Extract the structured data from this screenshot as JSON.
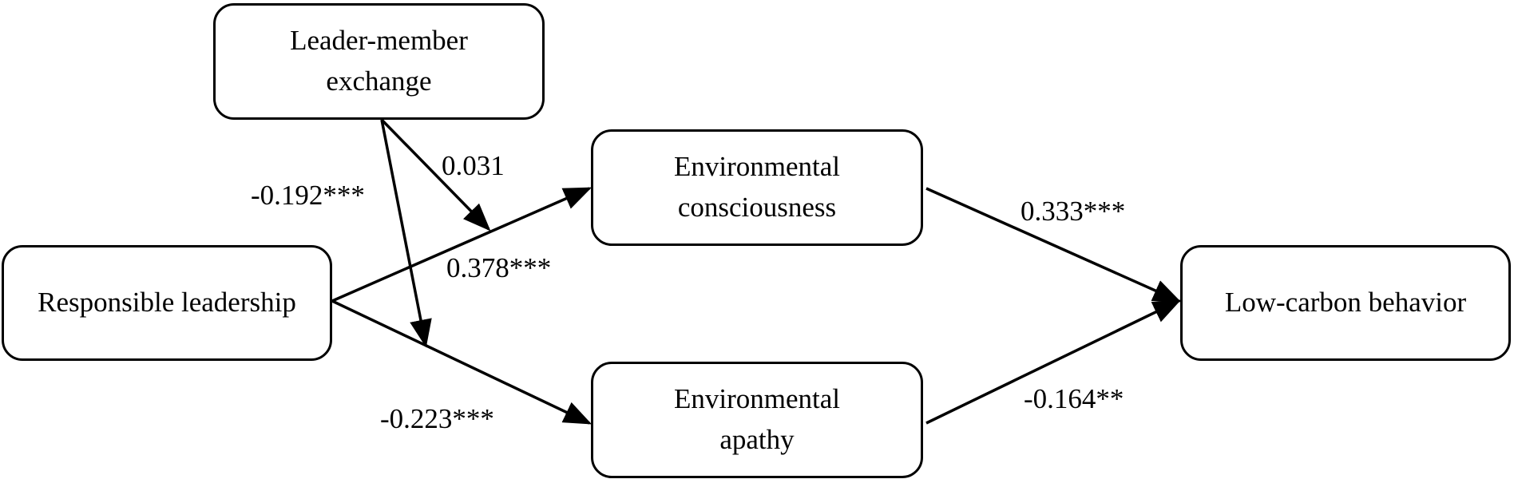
{
  "nodes": {
    "lmx": {
      "line1": "Leader-member",
      "line2": "exchange"
    },
    "responsible_leadership": {
      "label": "Responsible leadership"
    },
    "env_consciousness": {
      "line1": "Environmental",
      "line2": "consciousness"
    },
    "env_apathy": {
      "line1": "Environmental",
      "line2": "apathy"
    },
    "low_carbon": {
      "label": "Low-carbon behavior"
    }
  },
  "paths": {
    "lmx_to_rl_ec_path": "0.031",
    "lmx_to_rl_ea_path": "-0.192***",
    "rl_to_ec": "0.378***",
    "rl_to_ea": "-0.223***",
    "ec_to_lcb": "0.333***",
    "ea_to_lcb": "-0.164**"
  },
  "colors": {
    "stroke": "#000000",
    "background": "#ffffff"
  }
}
